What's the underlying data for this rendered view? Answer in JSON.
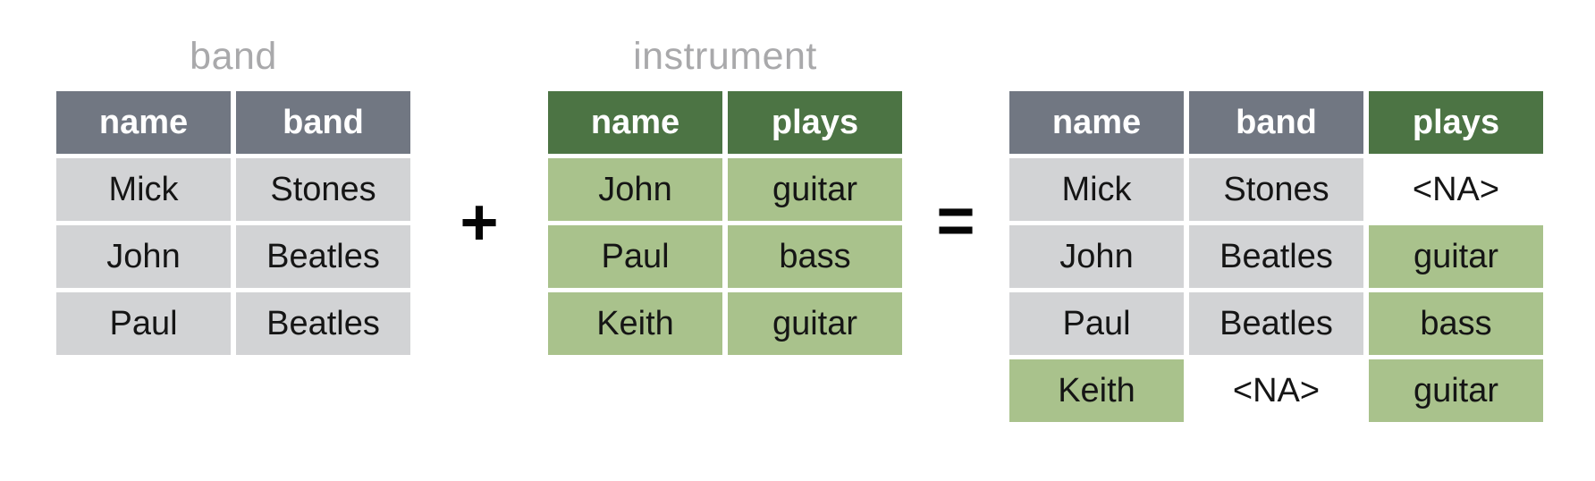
{
  "diagram": {
    "description": "join of band and instrument tables",
    "operators": {
      "plus": "+",
      "equals": "="
    },
    "colors": {
      "background": "#ffffff",
      "header_gray": "#717782",
      "header_green": "#4c7444",
      "cell_gray": "#d2d3d5",
      "cell_green": "#a9c28c",
      "title_text": "#a9a9ab",
      "header_text": "#ffffff",
      "cell_text": "#151515",
      "operator_text": "#050505"
    },
    "tables": [
      {
        "id": "band",
        "title": "band",
        "columns": [
          {
            "label": "name",
            "theme": "gray-header"
          },
          {
            "label": "band",
            "theme": "gray-header"
          }
        ],
        "rows": [
          [
            {
              "text": "Mick",
              "theme": "gray"
            },
            {
              "text": "Stones",
              "theme": "gray"
            }
          ],
          [
            {
              "text": "John",
              "theme": "gray"
            },
            {
              "text": "Beatles",
              "theme": "gray"
            }
          ],
          [
            {
              "text": "Paul",
              "theme": "gray"
            },
            {
              "text": "Beatles",
              "theme": "gray"
            }
          ]
        ]
      },
      {
        "id": "instrument",
        "title": "instrument",
        "columns": [
          {
            "label": "name",
            "theme": "green-header"
          },
          {
            "label": "plays",
            "theme": "green-header"
          }
        ],
        "rows": [
          [
            {
              "text": "John",
              "theme": "green"
            },
            {
              "text": "guitar",
              "theme": "green"
            }
          ],
          [
            {
              "text": "Paul",
              "theme": "green"
            },
            {
              "text": "bass",
              "theme": "green"
            }
          ],
          [
            {
              "text": "Keith",
              "theme": "green"
            },
            {
              "text": "guitar",
              "theme": "green"
            }
          ]
        ]
      },
      {
        "id": "result",
        "title": "",
        "columns": [
          {
            "label": "name",
            "theme": "gray-header"
          },
          {
            "label": "band",
            "theme": "gray-header"
          },
          {
            "label": "plays",
            "theme": "green-header"
          }
        ],
        "rows": [
          [
            {
              "text": "Mick",
              "theme": "gray"
            },
            {
              "text": "Stones",
              "theme": "gray"
            },
            {
              "text": "<NA>",
              "theme": "none"
            }
          ],
          [
            {
              "text": "John",
              "theme": "gray"
            },
            {
              "text": "Beatles",
              "theme": "gray"
            },
            {
              "text": "guitar",
              "theme": "green"
            }
          ],
          [
            {
              "text": "Paul",
              "theme": "gray"
            },
            {
              "text": "Beatles",
              "theme": "gray"
            },
            {
              "text": "bass",
              "theme": "green"
            }
          ],
          [
            {
              "text": "Keith",
              "theme": "green"
            },
            {
              "text": "<NA>",
              "theme": "none"
            },
            {
              "text": "guitar",
              "theme": "green"
            }
          ]
        ]
      }
    ]
  }
}
